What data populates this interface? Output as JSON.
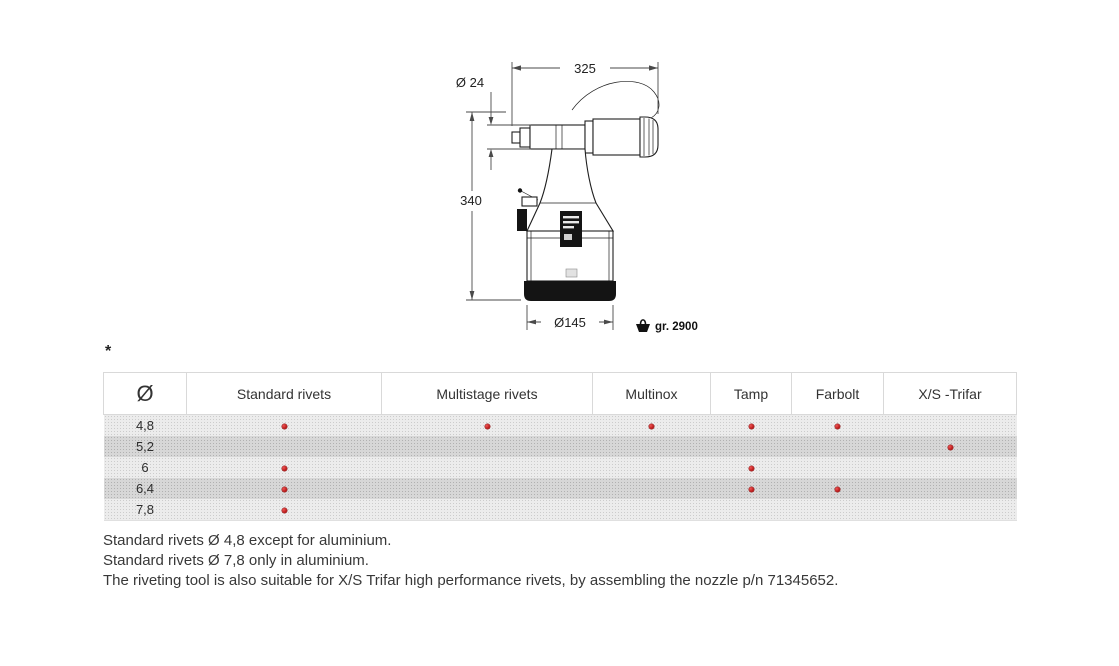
{
  "diagram": {
    "nozzle_diameter_label": "Ø 24",
    "length_label": "325",
    "height_label": "340",
    "base_diameter_label": "Ø145",
    "weight_label": "gr. 2900"
  },
  "note_marker": "*",
  "table": {
    "headers": [
      "Ø",
      "Standard rivets",
      "Multistage rivets",
      "Multinox",
      "Tamp",
      "Farbolt",
      "X/S -Trifar"
    ],
    "rows": [
      {
        "size": "4,8",
        "dots": [
          true,
          true,
          true,
          true,
          true,
          false
        ]
      },
      {
        "size": "5,2",
        "dots": [
          false,
          false,
          false,
          false,
          false,
          true
        ]
      },
      {
        "size": "6",
        "dots": [
          true,
          false,
          false,
          true,
          false,
          false
        ]
      },
      {
        "size": "6,4",
        "dots": [
          true,
          false,
          false,
          true,
          true,
          false
        ]
      },
      {
        "size": "7,8",
        "dots": [
          true,
          false,
          false,
          false,
          false,
          false
        ]
      }
    ]
  },
  "footnotes": [
    "Standard rivets Ø 4,8 except for aluminium.",
    "Standard rivets Ø 7,8 only in aluminium.",
    "The riveting tool is also suitable for X/S Trifar high performance rivets, by assembling the nozzle p/n 71345652."
  ],
  "colors": {
    "dot": "#b11010",
    "row_light": "#ececec",
    "row_dark": "#d7d7d7"
  }
}
